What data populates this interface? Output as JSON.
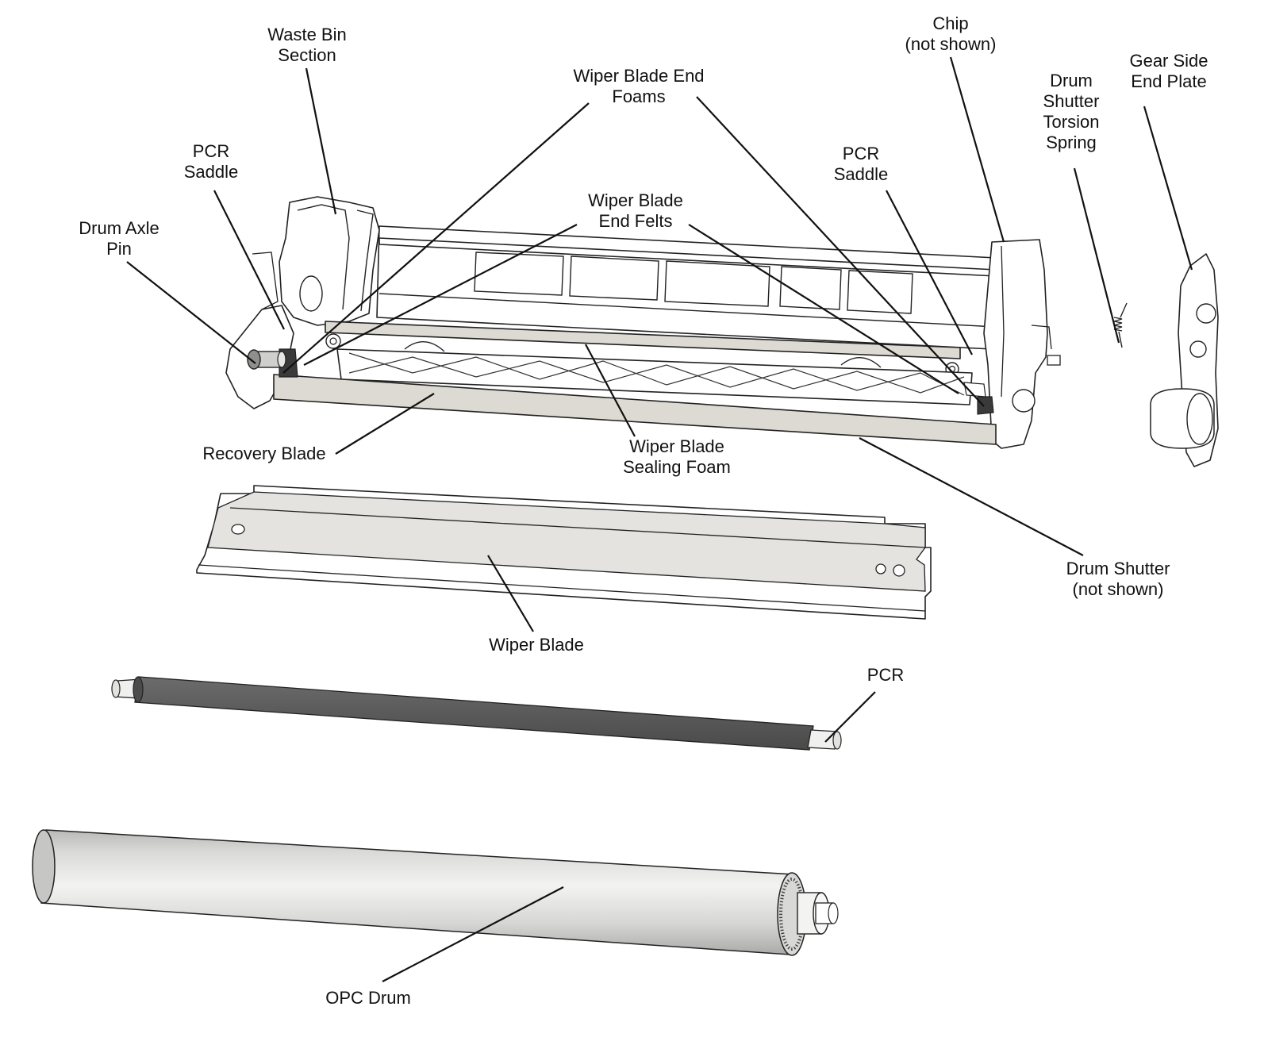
{
  "labels": {
    "waste_bin": "Waste Bin\nSection",
    "chip": "Chip\n(not shown)",
    "gear_plate": "Gear Side\nEnd Plate",
    "torsion_spring": "Drum\nShutter\nTorsion\nSpring",
    "end_foams": "Wiper Blade End\nFoams",
    "pcr_saddle_left": "PCR\nSaddle",
    "pcr_saddle_right": "PCR\nSaddle",
    "end_felts": "Wiper Blade\nEnd Felts",
    "drum_axle_pin": "Drum Axle\nPin",
    "recovery_blade": "Recovery Blade",
    "sealing_foam": "Wiper Blade\nSealing Foam",
    "drum_shutter": "Drum Shutter\n(not shown)",
    "wiper_blade": "Wiper Blade",
    "pcr": "PCR",
    "opc_drum": "OPC Drum"
  },
  "colors": {
    "line": "#111111",
    "housing_fill": "#ffffff",
    "blade_fill": "#dcdad2",
    "wiper_fill": "#e4e3df",
    "pcr_roller": "#5e5e5e",
    "drum_light": "#e8e8e6",
    "drum_dark": "#b4b4b2",
    "felt_dark": "#3a3a3a"
  }
}
